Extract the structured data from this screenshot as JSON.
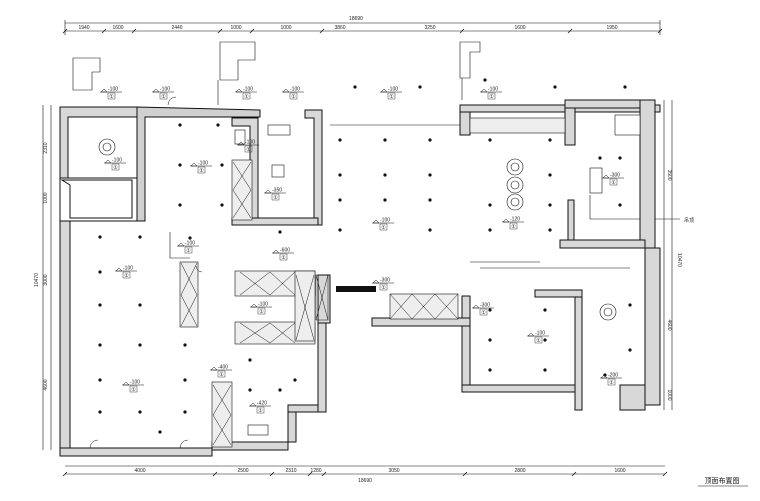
{
  "drawing": {
    "title": "顶面布置图",
    "overall_dim_top": "18690",
    "overall_dim_bottom": "18690",
    "overall_dim_left": "10470",
    "right_dim": "10470",
    "right_callout": "吊顶",
    "top_dims": [
      "1940",
      "1600",
      "2440",
      "1000",
      "1000",
      "3860",
      "3250",
      "1600",
      "1950"
    ],
    "bottom_dims": [
      "4000",
      "2500",
      "2310",
      "1280",
      "3050",
      "2800",
      "1600"
    ],
    "left_dims": [
      "2310",
      "1000",
      "3000",
      "4600"
    ],
    "right_dims": [
      "3500",
      "4600",
      "1000"
    ],
    "levels": [
      "-100",
      "-100",
      "-100",
      "-100",
      "-100",
      "-100",
      "-100",
      "-100",
      "-100",
      "-350",
      "-600",
      "-100",
      "-300",
      "-120",
      "-300",
      "-100",
      "-100",
      "-300",
      "-100",
      "-100",
      "-100",
      "-400",
      "-420",
      "-200"
    ],
    "sub_labels": [
      "①",
      "①",
      "①",
      "①",
      "①",
      "①",
      "①",
      "①",
      "①",
      "①",
      "①",
      "①",
      "①",
      "①",
      "①",
      "①",
      "①",
      "①",
      "①",
      "①",
      "①",
      "①",
      "①",
      "①"
    ]
  }
}
